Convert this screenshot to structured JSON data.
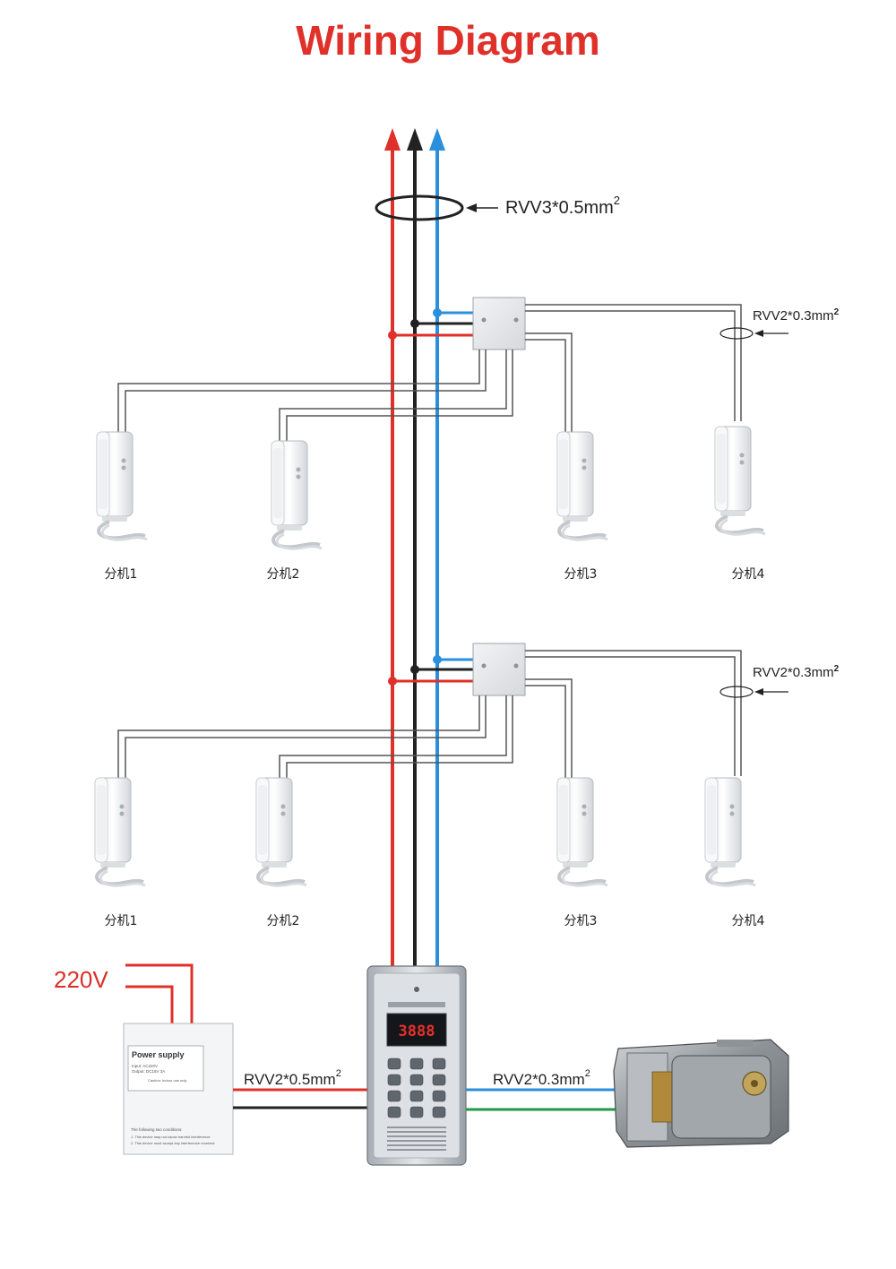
{
  "title": "Wiring Diagram",
  "main_cable_label": "RVV3*0.5mm",
  "main_cable_sup": "2",
  "branch_cable_label_1": "RVV2*0.3mm",
  "branch_cable_sup_1": "2",
  "branch_cable_label_2": "RVV2*0.3mm",
  "branch_cable_sup_2": "2",
  "power_cable_label": "RVV2*0.5mm",
  "power_cable_sup": "2",
  "lock_cable_label": "RVV2*0.3mm",
  "lock_cable_sup": "2",
  "voltage_label": "220V",
  "power_supply": {
    "title": "Power supply",
    "spec_lines": [
      "Input: AC220V",
      "Output: DC15V 3A"
    ],
    "usage_title": "Caution: Indoor use only",
    "notes_title": "The following two conditions:",
    "notes": [
      "1. This device may not cause harmful interference.",
      "2. This device must accept any interference received."
    ]
  },
  "door_panel": {
    "display": "3888"
  },
  "handsets_group_1": [
    "分机1",
    "分机2",
    "分机3",
    "分机4"
  ],
  "handsets_group_2": [
    "分机1",
    "分机2",
    "分机3",
    "分机4"
  ],
  "colors": {
    "title": "#e0302a",
    "red_wire": "#e0302a",
    "black_wire": "#222222",
    "blue_wire": "#2a8fdc",
    "green_wire": "#1f9a4a",
    "signal_wire": "#555555"
  }
}
